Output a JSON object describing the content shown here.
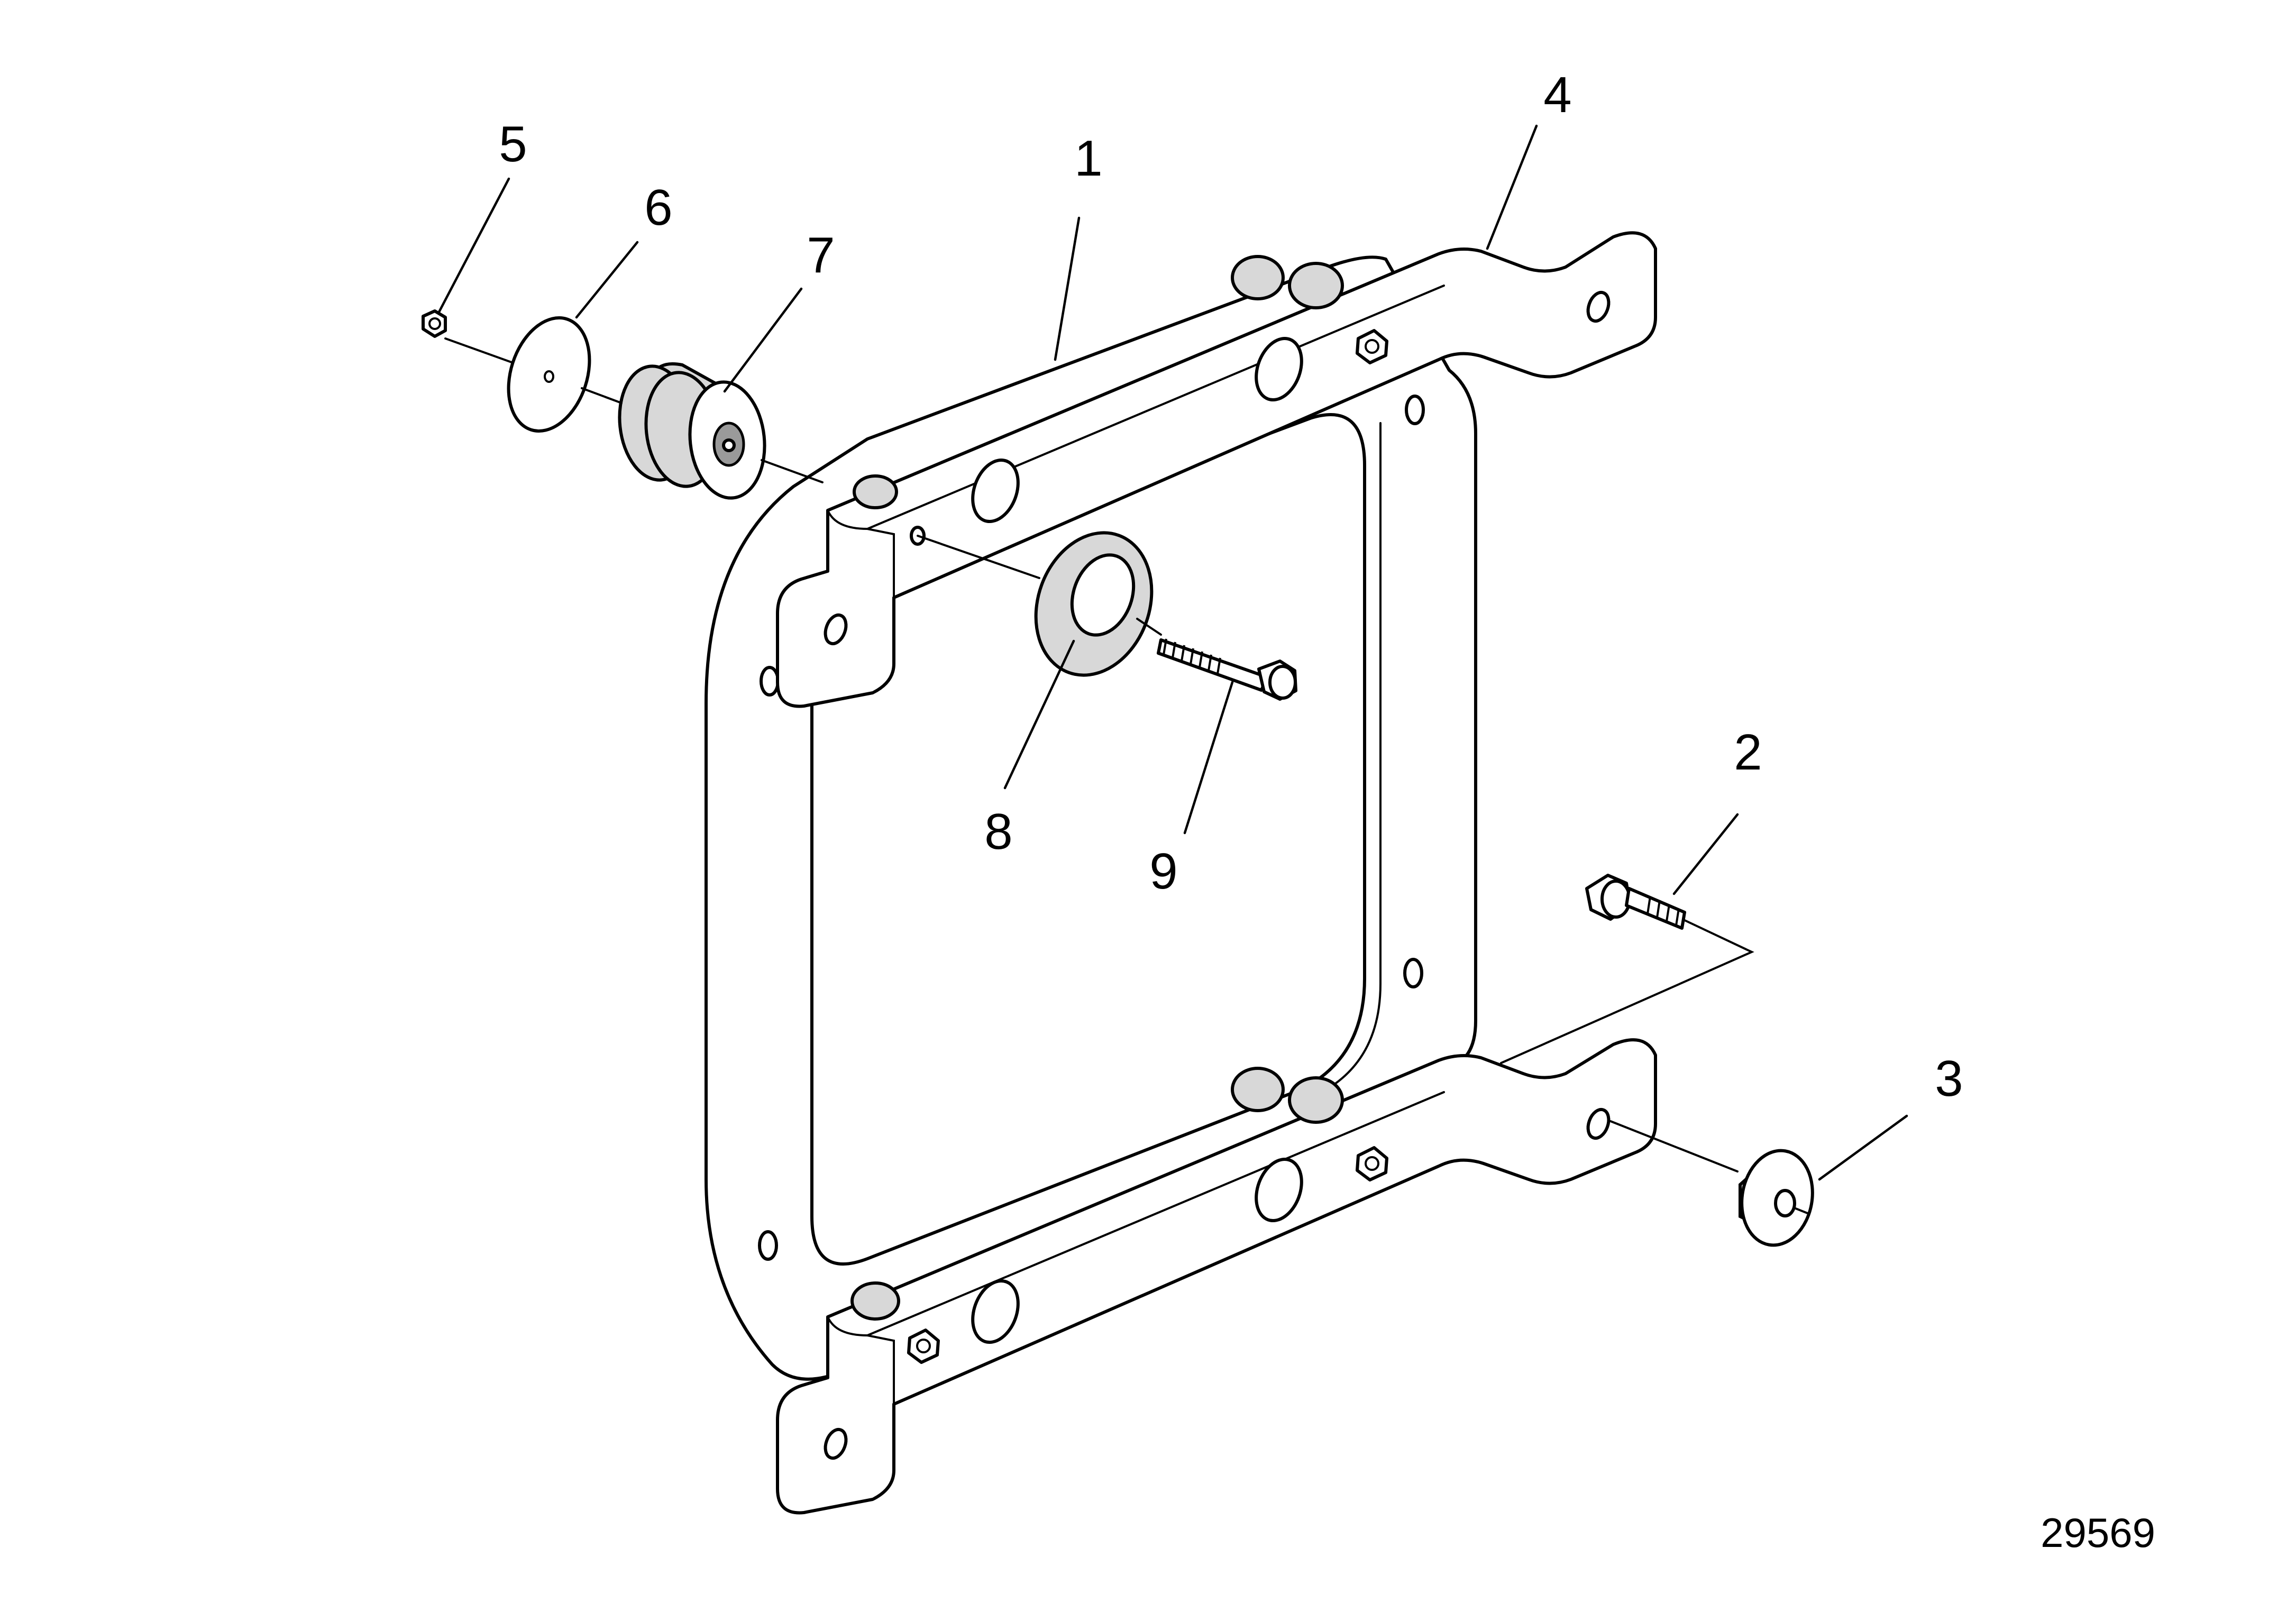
{
  "callouts": {
    "c1": "1",
    "c2": "2",
    "c3": "3",
    "c4": "4",
    "c5": "5",
    "c6": "6",
    "c7": "7",
    "c8": "8",
    "c9": "9"
  },
  "reference_number": "29569"
}
